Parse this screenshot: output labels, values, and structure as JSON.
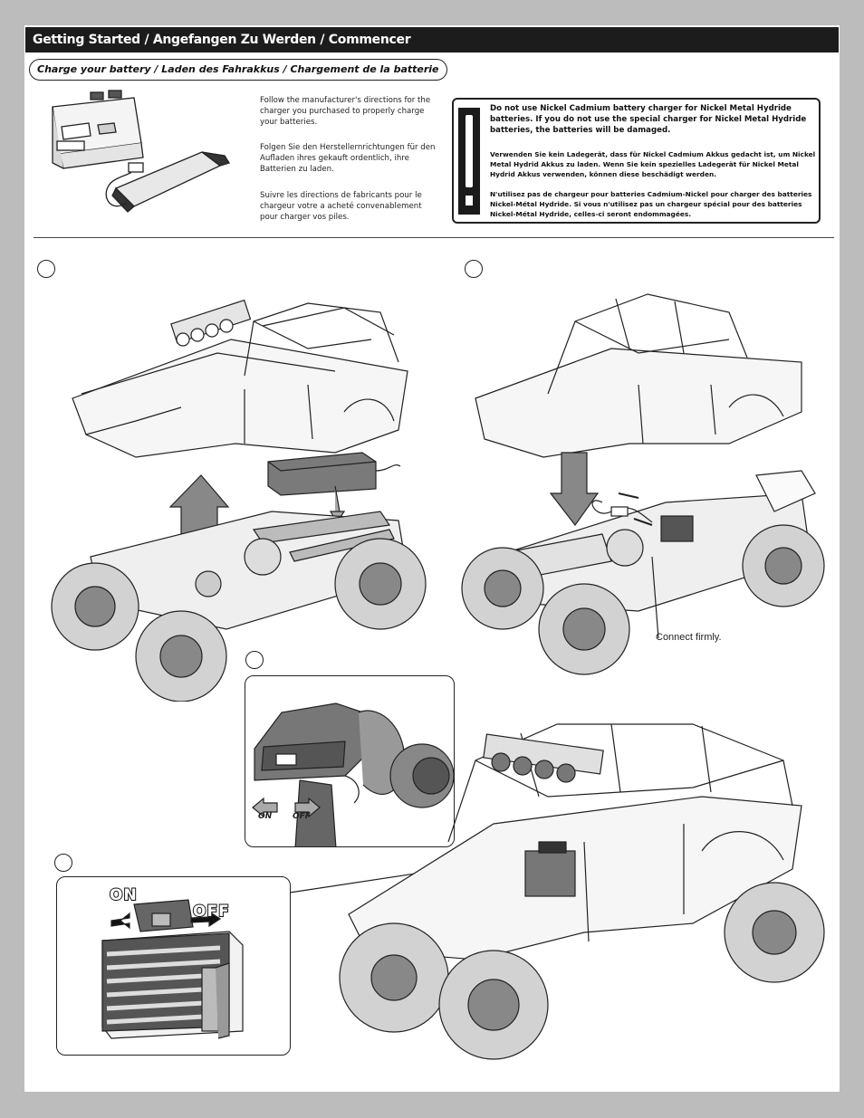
{
  "header": {
    "title": "Getting Started / Angefangen Zu Werden / Commencer"
  },
  "section": {
    "pill_label": "Charge your battery / Laden des Fahrakkus / Chargement de la batterie"
  },
  "instructions": {
    "en": "Follow the manufacturer's directions for the charger you purchased to properly charge your batteries.",
    "de": "Folgen Sie den Herstellernrichtungen für den Aufladen ihres gekauft ordentlich, ihre Batterien zu laden.",
    "fr": "Suivre les directions de fabricants pour le chargeur votre a acheté convenablement pour charger vos piles."
  },
  "warning": {
    "en": "Do not use Nickel Cadmium battery charger for Nickel Metal Hydride batteries. If you do not use the special charger for Nickel Metal Hydride batteries, the batteries will be damaged.",
    "de": "Verwenden Sie kein Ladegerät, dass für Nickel Cadmium Akkus gedacht ist, um Nickel Metal Hydrid Akkus zu laden. Wenn Sie kein spezielles Ladegerät für Nickel Metal Hydrid Akkus verwenden, können diese beschädigt werden.",
    "fr": "N'utilisez pas de chargeur pour batteries Cadmium-Nickel pour charger des batteries Nickel-Métal Hydride. Si vous n'utilisez pas un chargeur spécial pour des batteries Nickel-Métal Hydride, celles-ci seront endommagées."
  },
  "steps": {
    "connect_note": "Connect firmly.",
    "transmitter_on": "ON",
    "transmitter_off": "OFF",
    "esc_on": "ON",
    "esc_off": "OFF"
  },
  "colors": {
    "title_bar": "#1c1c1c",
    "page_bg": "#bcbcbc",
    "line_art": "#222222"
  }
}
